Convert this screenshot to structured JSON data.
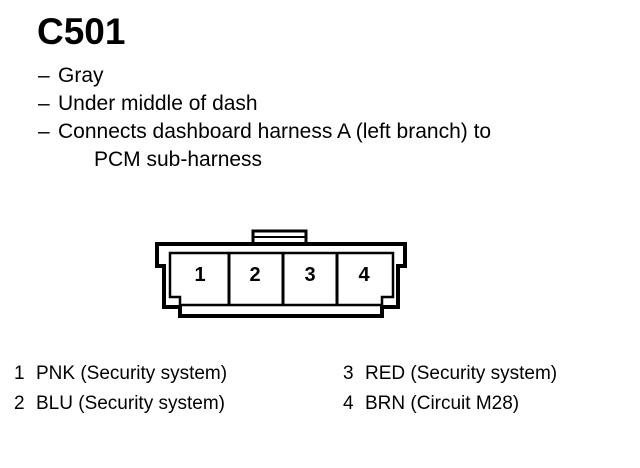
{
  "connector": {
    "id": "C501",
    "description": [
      "Gray",
      "Under middle of dash",
      "Connects dashboard harness A (left branch) to"
    ],
    "description_continuation": "PCM sub-harness",
    "dash_glyph": "–",
    "cavities": [
      "1",
      "2",
      "3",
      "4"
    ]
  },
  "pins_left": [
    {
      "number": "1",
      "label": "PNK (Security system)"
    },
    {
      "number": "2",
      "label": "BLU (Security system)"
    }
  ],
  "pins_right": [
    {
      "number": "3",
      "label": "RED (Security system)"
    },
    {
      "number": "4",
      "label": "BRN (Circuit M28)"
    }
  ],
  "colors": {
    "line": "#000000",
    "background": "#ffffff"
  }
}
